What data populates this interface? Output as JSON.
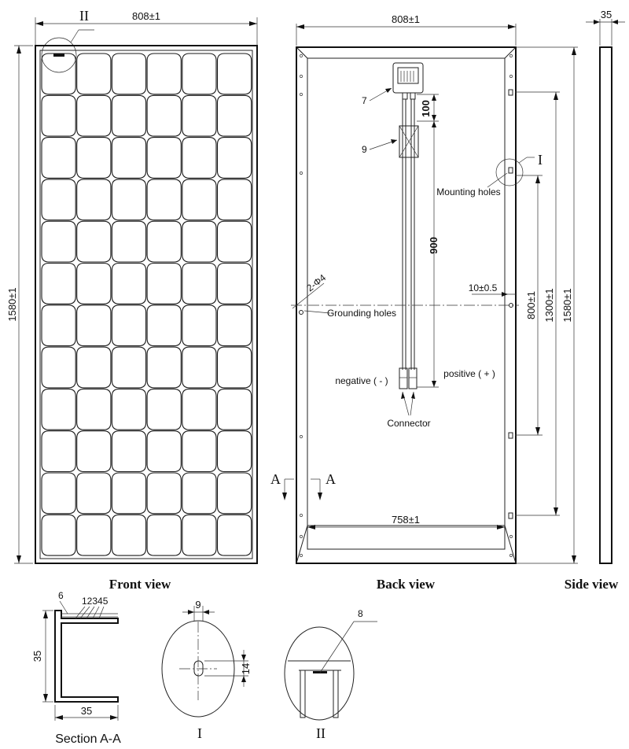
{
  "views": {
    "front": "Front view",
    "back": "Back view",
    "side": "Side view",
    "section": "Section A-A"
  },
  "dimensions": {
    "front_width": "808±1",
    "front_height": "1580±1",
    "back_width": "808±1",
    "side_width": "35",
    "inner_width": "758±1",
    "dim_100": "100",
    "dim_900": "900",
    "dim_800": "800±1",
    "dim_1300": "1300±1",
    "dim_1580_back": "1580±1",
    "dim_10": "10±0.5",
    "dim_diag": "2-Φ4",
    "section_35_h": "35",
    "section_35_w": "35",
    "detail_9": "9",
    "detail_14": "14"
  },
  "labels": {
    "mounting_holes": "Mounting holes",
    "grounding_holes": "Grounding holes",
    "negative": "negative ( - )",
    "positive": "positive ( + )",
    "connector": "Connector",
    "callout_7": "7",
    "callout_9": "9",
    "callout_8": "8",
    "section_mark_left": "A",
    "section_mark_right": "A",
    "detail_I_mark": "I",
    "detail_II_mark": "II",
    "detail_I_caption": "I",
    "detail_II_caption": "II",
    "layer_6": "6",
    "layers_12345": "12345"
  }
}
